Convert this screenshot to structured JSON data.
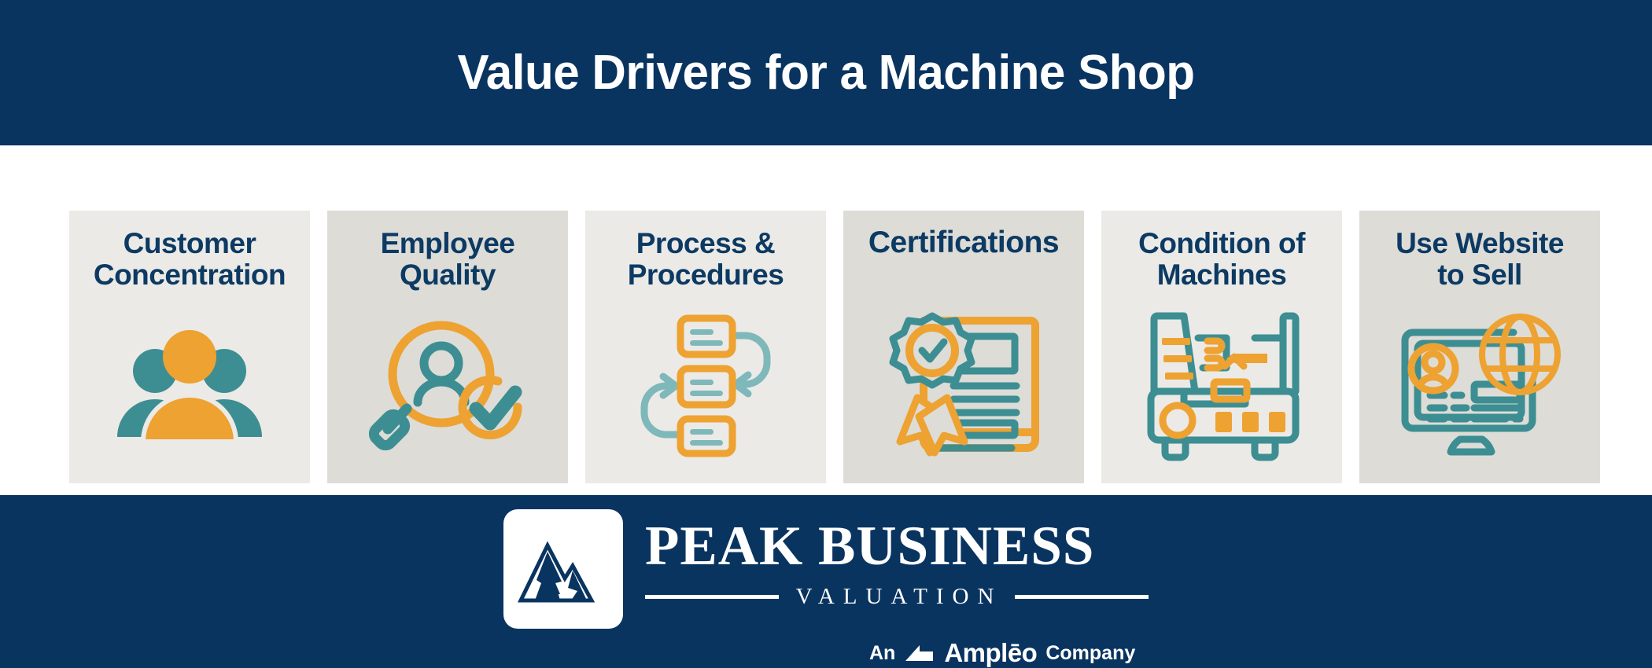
{
  "header": {
    "title": "Value Drivers for a Machine Shop",
    "background_color": "#093460",
    "text_color": "#FFFFFF"
  },
  "theme": {
    "navy": "#093460",
    "title_navy": "#0C3A63",
    "teal": "#3D8E92",
    "orange": "#EDA231",
    "card_light": "#ECEAE6",
    "card_dark": "#DDDCD7",
    "page_background": "#FFFFFF"
  },
  "cards": [
    {
      "label": "Customer\nConcentration",
      "icon": "people-group-icon",
      "background_color": "#ECEAE6",
      "single_line": false
    },
    {
      "label": "Employee\nQuality",
      "icon": "magnifier-person-check-icon",
      "background_color": "#DDDCD7",
      "single_line": false
    },
    {
      "label": "Process &\nProcedures",
      "icon": "flowchart-process-icon",
      "background_color": "#ECEAE6",
      "single_line": false
    },
    {
      "label": "Certifications",
      "icon": "certificate-ribbon-icon",
      "background_color": "#DDDCD7",
      "single_line": true
    },
    {
      "label": "Condition of\nMachines",
      "icon": "cnc-machine-icon",
      "background_color": "#ECEAE6",
      "single_line": false
    },
    {
      "label": "Use Website\nto Sell",
      "icon": "monitor-globe-icon",
      "background_color": "#DDDCD7",
      "single_line": false
    }
  ],
  "footer": {
    "background_color": "#093460",
    "logo_mark": "mountain-peak-icon",
    "wordmark": "PEAK BUSINESS",
    "subword": "VALUATION",
    "tagline_prefix": "An",
    "tagline_brand": "Amplēo",
    "tagline_suffix": "Company",
    "tagline_mark": "ampleo-mountain-icon"
  }
}
